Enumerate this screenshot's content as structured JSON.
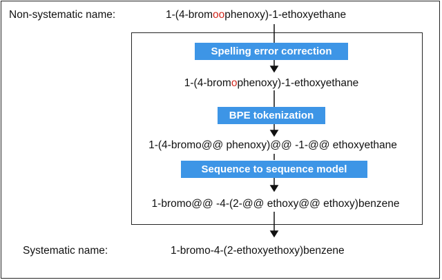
{
  "labels": {
    "input_label": "Non-systematic name:",
    "output_label": "Systematic name:"
  },
  "names": {
    "input_prefix": "1-(4-brom",
    "input_error": "oo",
    "input_suffix": "phenoxy)-1-ethoxyethane",
    "corrected_prefix": "1-(4-brom",
    "corrected_fix": "o",
    "corrected_suffix": "phenoxy)-1-ethoxyethane",
    "bpe_tokens": "1-(4-bromo@@ phenoxy)@@ -1-@@ ethoxyethane",
    "seq_output": "1-bromo@@ -4-(2-@@ ethoxy@@ ethoxy)benzene",
    "final_output": "1-bromo-4-(2-ethoxyethoxy)benzene"
  },
  "steps": {
    "step1": "Spelling error correction",
    "step2": "BPE tokenization",
    "step3": "Sequence to sequence model"
  },
  "colors": {
    "step_fill": "#3d95e6",
    "error_highlight": "#d0281e"
  }
}
